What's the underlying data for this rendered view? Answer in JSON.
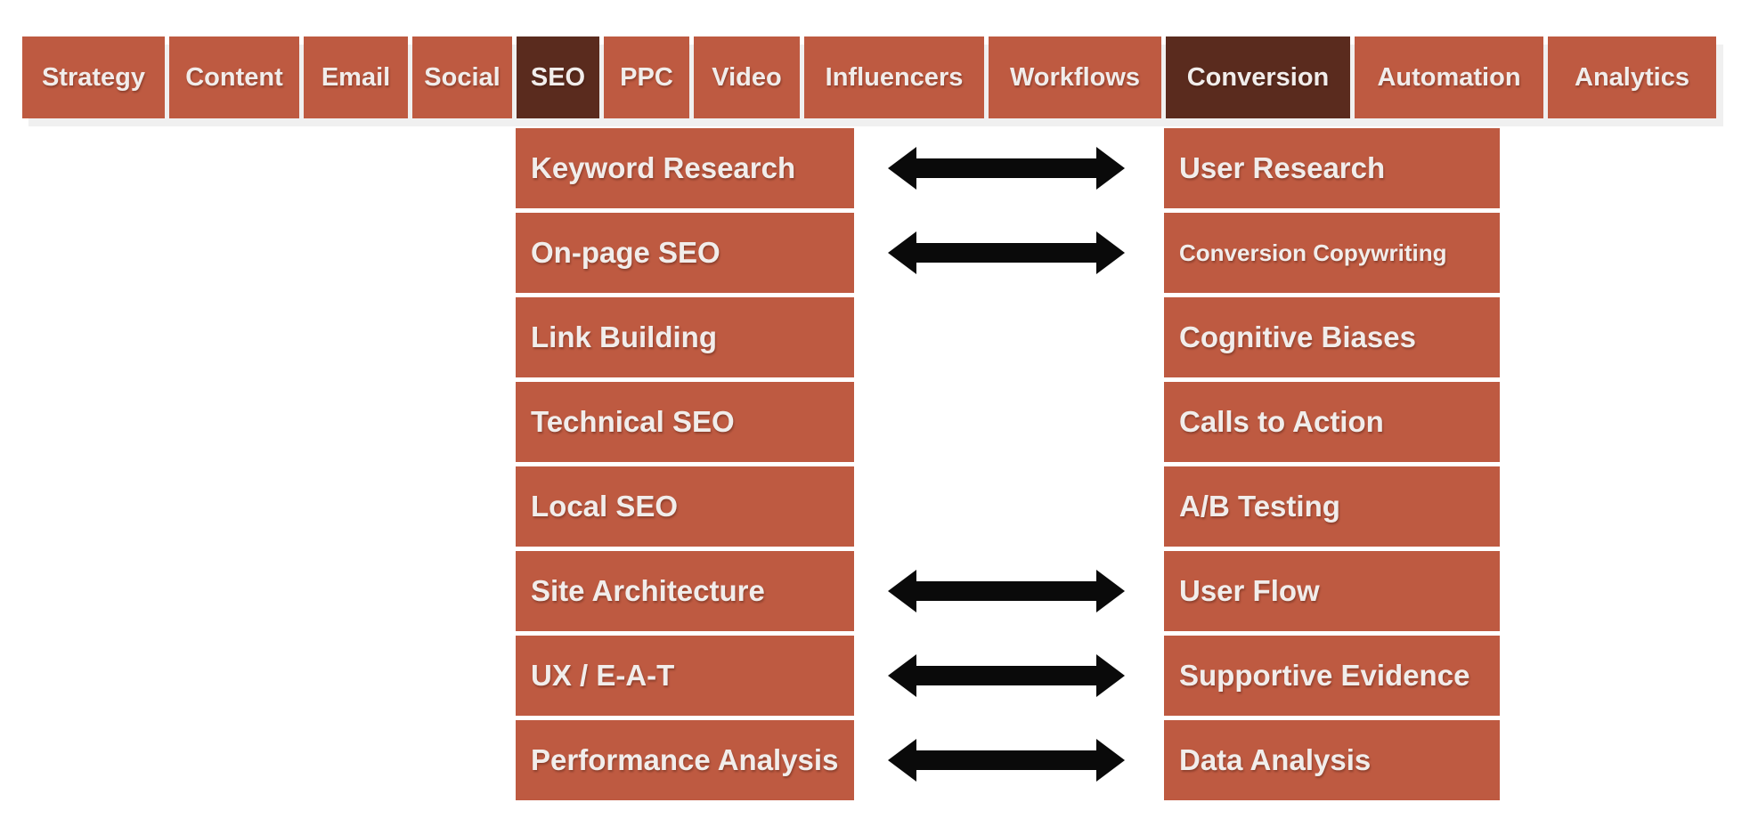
{
  "nav": {
    "tabs": [
      {
        "label": "Strategy",
        "active": false
      },
      {
        "label": "Content",
        "active": false
      },
      {
        "label": "Email",
        "active": false
      },
      {
        "label": "Social",
        "active": false
      },
      {
        "label": "SEO",
        "active": true
      },
      {
        "label": "PPC",
        "active": false
      },
      {
        "label": "Video",
        "active": false
      },
      {
        "label": "Influencers",
        "active": false
      },
      {
        "label": "Workflows",
        "active": false
      },
      {
        "label": "Conversion",
        "active": true
      },
      {
        "label": "Automation",
        "active": false
      },
      {
        "label": "Analytics",
        "active": false
      }
    ]
  },
  "seo_column": {
    "parent_tab": "SEO",
    "items": [
      "Keyword Research",
      "On-page SEO",
      "Link Building",
      "Technical SEO",
      "Local SEO",
      "Site Architecture",
      "UX / E-A-T",
      "Performance Analysis"
    ]
  },
  "conversion_column": {
    "parent_tab": "Conversion",
    "items": [
      "User Research",
      "Conversion Copywriting",
      "Cognitive Biases",
      "Calls to Action",
      "A/B Testing",
      "User Flow",
      "Supportive Evidence",
      "Data Analysis"
    ]
  },
  "relationships": {
    "arrow_rows": [
      0,
      1,
      5,
      6,
      7
    ],
    "pairs": [
      [
        "Keyword Research",
        "User Research"
      ],
      [
        "On-page SEO",
        "Conversion Copywriting"
      ],
      [
        "Site Architecture",
        "User Flow"
      ],
      [
        "UX / E-A-T",
        "Supportive Evidence"
      ],
      [
        "Performance Analysis",
        "Data Analysis"
      ]
    ]
  },
  "colors": {
    "tile": "#be5a41",
    "tile_active": "#5a2b1e",
    "label": "#f1edeb",
    "arrow": "#0a0a0a",
    "shadow_band": "#f0f0f0",
    "background": "#ffffff"
  }
}
